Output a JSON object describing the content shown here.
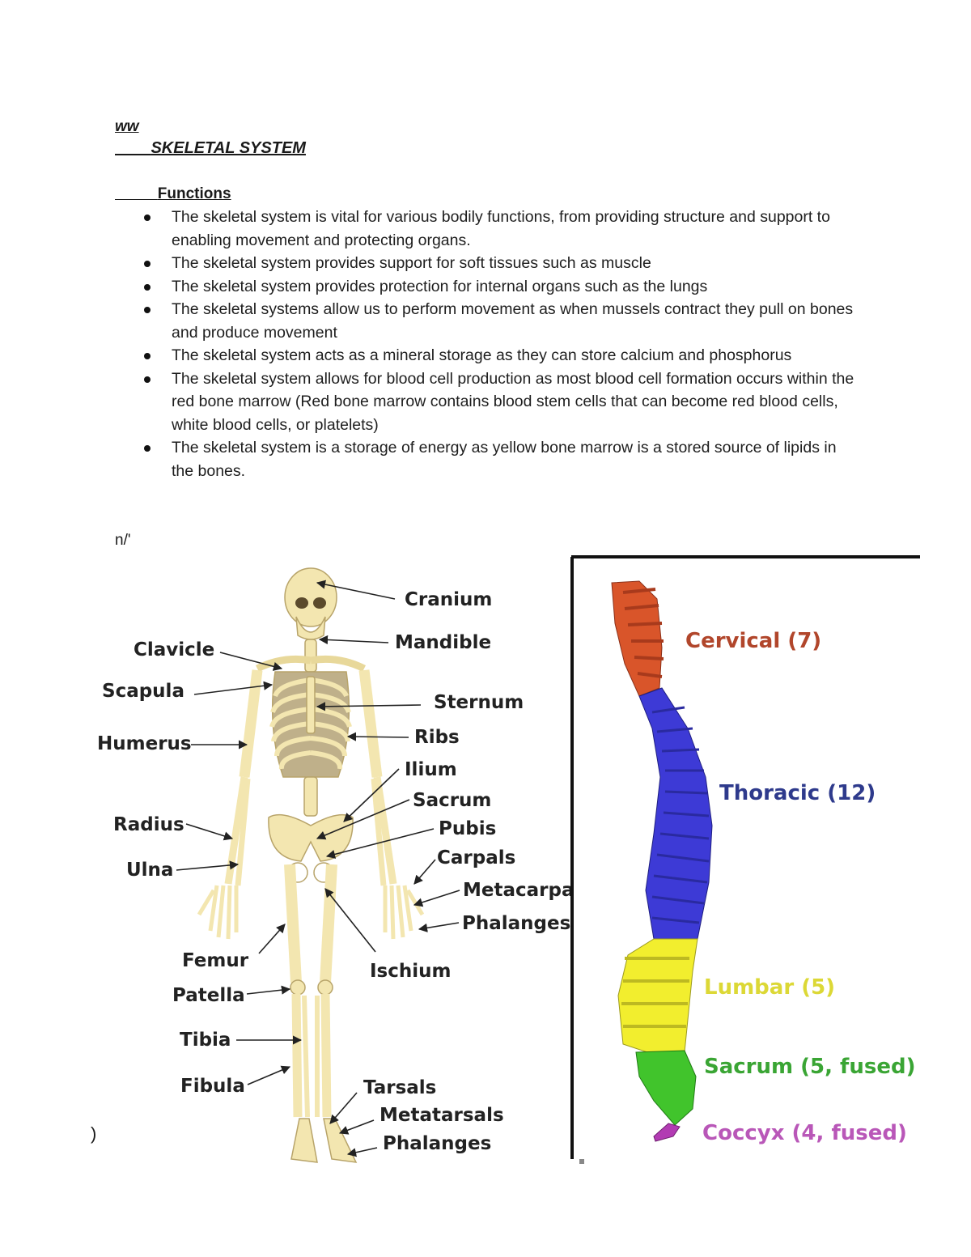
{
  "header": {
    "ww": "ww",
    "title": "SKELETAL SYSTEM",
    "functions_heading": "Functions"
  },
  "functions": [
    "The skeletal system is vital for various bodily functions, from providing structure and support to enabling movement and protecting organs.",
    "The skeletal system provides support for soft tissues such as muscle",
    "The skeletal system provides protection for internal organs such as the lungs",
    "The skeletal systems allow us to perform movement as when mussels contract they pull on bones and produce movement",
    "The skeletal system acts as a mineral storage as they can store calcium and phosphorus",
    "The skeletal system allows for blood cell production as most blood cell formation occurs within the red bone marrow (Red bone marrow contains blood stem cells that can become red blood cells, white blood cells, or platelets)",
    "The skeletal system is a storage of energy as yellow bone marrow is a stored source of lipids in the bones."
  ],
  "stray_text": {
    "n": "n/'",
    "paren": ")"
  },
  "skeleton_labels": {
    "cranium": "Cranium",
    "mandible": "Mandible",
    "clavicle": "Clavicle",
    "scapula": "Scapula",
    "sternum": "Sternum",
    "humerus": "Humerus",
    "ribs": "Ribs",
    "ilium": "Ilium",
    "sacrum": "Sacrum",
    "radius": "Radius",
    "pubis": "Pubis",
    "carpals": "Carpals",
    "ulna": "Ulna",
    "metacarpals": "Metacarpa",
    "phalanges_hand": "Phalanges",
    "femur": "Femur",
    "ischium": "Ischium",
    "patella": "Patella",
    "tibia": "Tibia",
    "fibula": "Fibula",
    "tarsals": "Tarsals",
    "metatarsals": "Metatarsals",
    "phalanges_foot": "Phalanges"
  },
  "spine_labels": {
    "cervical": "Cervical (7)",
    "thoracic": "Thoracic (12)",
    "lumbar": "Lumbar (5)",
    "sacrum": "Sacrum (5, fused)",
    "coccyx": "Coccyx (4, fused)"
  },
  "colors": {
    "bone": "#f3e6b0",
    "bone_outline": "#b8a46a",
    "cervical": "#d9552a",
    "thoracic": "#3d3ad6",
    "lumbar": "#f2ee2e",
    "sacrum": "#41c42c",
    "coccyx": "#b23bb3",
    "cervical_text": "#b1462b",
    "thoracic_text": "#2e3a8c",
    "lumbar_text": "#dcd836",
    "sacrum_text": "#3aa534",
    "coccyx_text": "#b957b8"
  }
}
